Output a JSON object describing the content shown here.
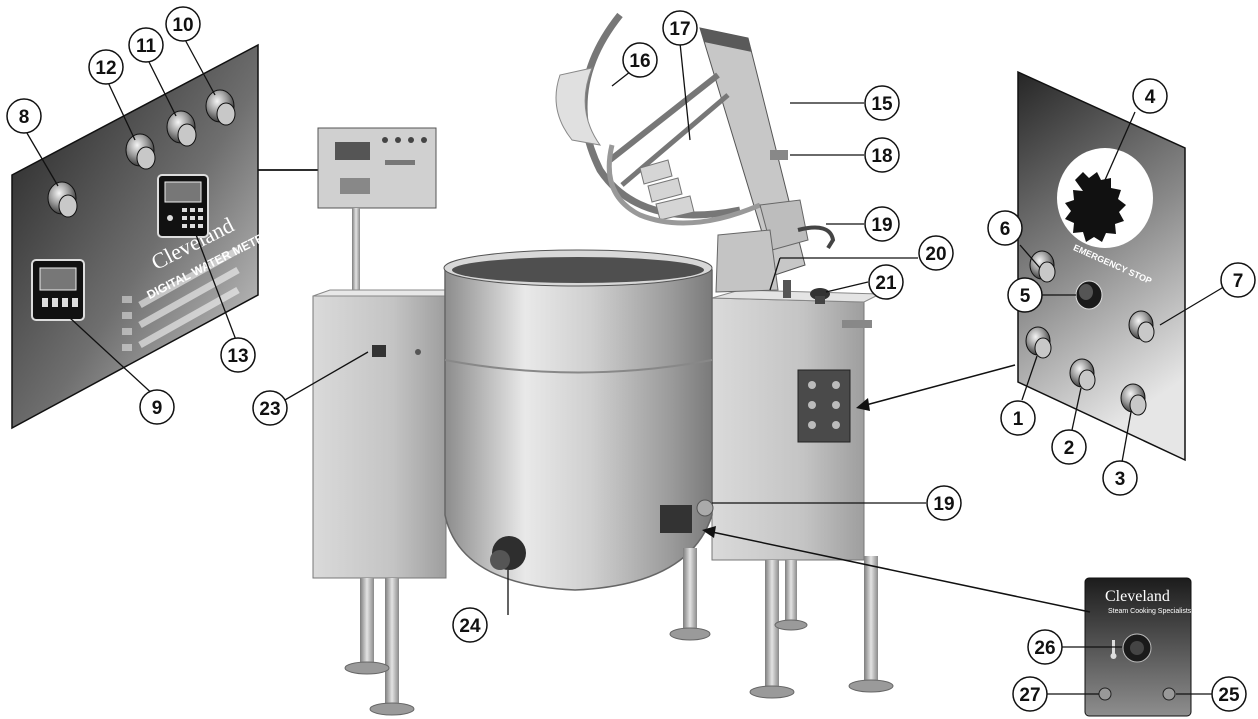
{
  "brand": {
    "water_meter_brand": "Cleveland",
    "water_meter_caption": "DIGITAL WATER METER",
    "control_box_brand": "Cleveland",
    "control_box_tagline": "Steam Cooking Specialists",
    "emergency_stop_label": "EMERGENCY STOP"
  },
  "callouts": [
    {
      "id": "1",
      "label": "1"
    },
    {
      "id": "2",
      "label": "2"
    },
    {
      "id": "3",
      "label": "3"
    },
    {
      "id": "4",
      "label": "4"
    },
    {
      "id": "5",
      "label": "5"
    },
    {
      "id": "6",
      "label": "6"
    },
    {
      "id": "7",
      "label": "7"
    },
    {
      "id": "8",
      "label": "8"
    },
    {
      "id": "9",
      "label": "9"
    },
    {
      "id": "10",
      "label": "10"
    },
    {
      "id": "11",
      "label": "11"
    },
    {
      "id": "12",
      "label": "12"
    },
    {
      "id": "13",
      "label": "13"
    },
    {
      "id": "15",
      "label": "15"
    },
    {
      "id": "16",
      "label": "16"
    },
    {
      "id": "17",
      "label": "17"
    },
    {
      "id": "18",
      "label": "18"
    },
    {
      "id": "19a",
      "label": "19"
    },
    {
      "id": "19b",
      "label": "19"
    },
    {
      "id": "20",
      "label": "20"
    },
    {
      "id": "21",
      "label": "21"
    },
    {
      "id": "23",
      "label": "23"
    },
    {
      "id": "24",
      "label": "24"
    },
    {
      "id": "25",
      "label": "25"
    },
    {
      "id": "26",
      "label": "26"
    },
    {
      "id": "27",
      "label": "27"
    }
  ],
  "colors": {
    "steel_light": "#e8e8e8",
    "steel_mid": "#b5b5b5",
    "steel_dark": "#6e6e6e",
    "panel_dark": "#2b2b2b",
    "ink": "#111111"
  }
}
